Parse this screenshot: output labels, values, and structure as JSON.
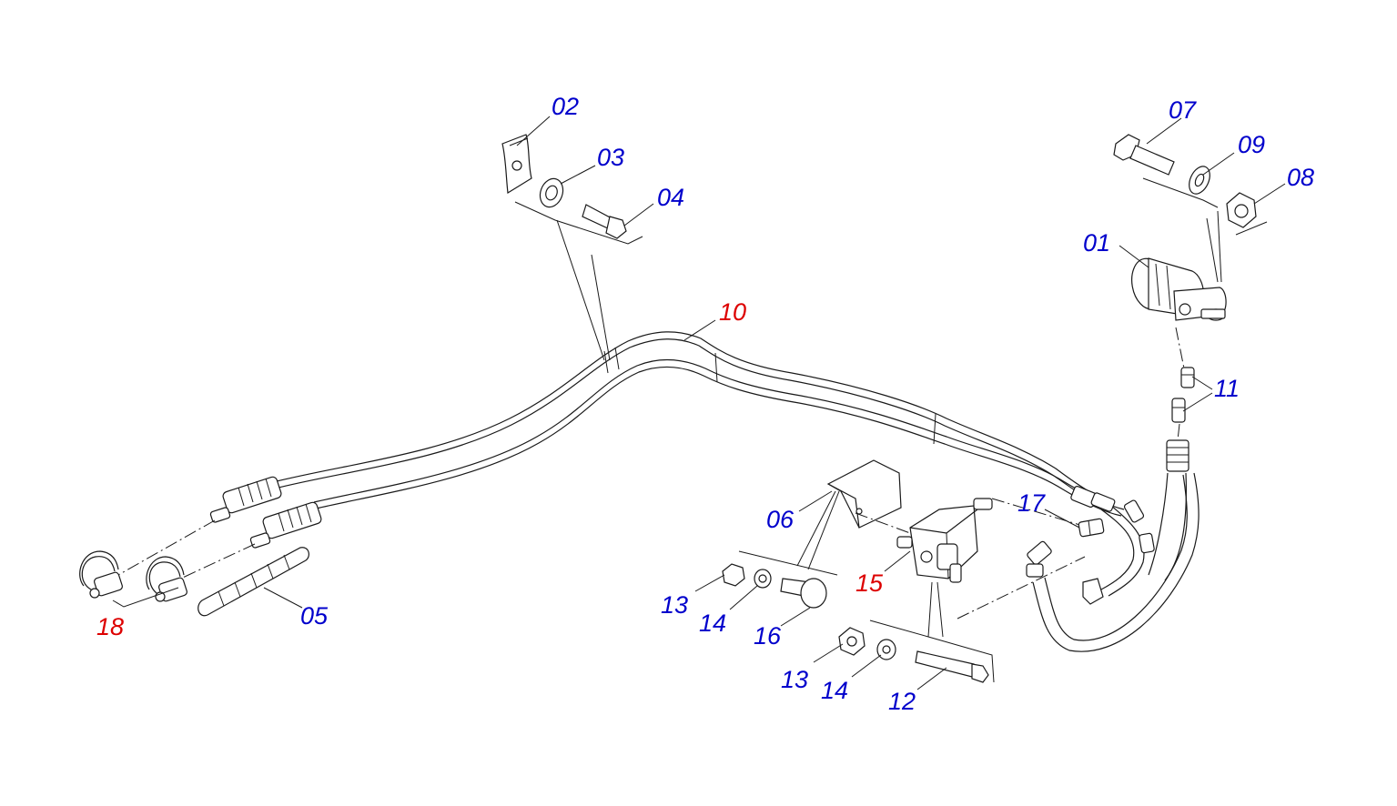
{
  "diagram": {
    "label_color_standard": "#0000cc",
    "label_color_highlight": "#dd0000",
    "callouts": [
      {
        "id": "c01",
        "text": "01",
        "color": "#0000cc"
      },
      {
        "id": "c02",
        "text": "02",
        "color": "#0000cc"
      },
      {
        "id": "c03",
        "text": "03",
        "color": "#0000cc"
      },
      {
        "id": "c04",
        "text": "04",
        "color": "#0000cc"
      },
      {
        "id": "c05",
        "text": "05",
        "color": "#0000cc"
      },
      {
        "id": "c06",
        "text": "06",
        "color": "#0000cc"
      },
      {
        "id": "c07",
        "text": "07",
        "color": "#0000cc"
      },
      {
        "id": "c08",
        "text": "08",
        "color": "#0000cc"
      },
      {
        "id": "c09",
        "text": "09",
        "color": "#0000cc"
      },
      {
        "id": "c10",
        "text": "10",
        "color": "#dd0000"
      },
      {
        "id": "c11",
        "text": "11",
        "color": "#0000cc"
      },
      {
        "id": "c12",
        "text": "12",
        "color": "#0000cc"
      },
      {
        "id": "c13a",
        "text": "13",
        "color": "#0000cc"
      },
      {
        "id": "c13b",
        "text": "13",
        "color": "#0000cc"
      },
      {
        "id": "c14a",
        "text": "14",
        "color": "#0000cc"
      },
      {
        "id": "c14b",
        "text": "14",
        "color": "#0000cc"
      },
      {
        "id": "c15",
        "text": "15",
        "color": "#dd0000"
      },
      {
        "id": "c16",
        "text": "16",
        "color": "#0000cc"
      },
      {
        "id": "c17",
        "text": "17",
        "color": "#0000cc"
      },
      {
        "id": "c18",
        "text": "18",
        "color": "#dd0000"
      }
    ]
  }
}
